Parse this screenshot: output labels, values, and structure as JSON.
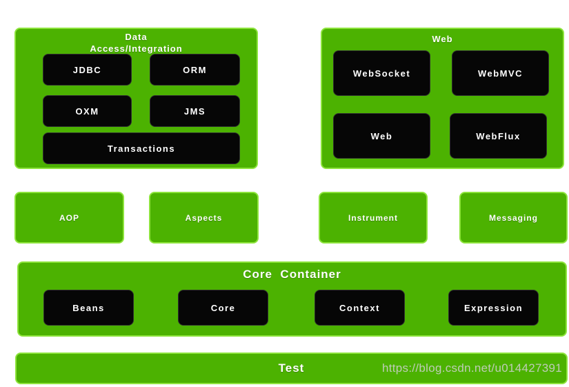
{
  "colors": {
    "panel_green": "#4cb201",
    "panel_border_green": "#8ee43d",
    "module_black": "#060606",
    "text_white": "#ffffff",
    "watermark_gray": "#cbcfcb"
  },
  "diagram": {
    "data_access": {
      "title": "Data\nAccess/Integration",
      "modules": [
        "JDBC",
        "ORM",
        "OXM",
        "JMS",
        "Transactions"
      ]
    },
    "web": {
      "title": "Web",
      "modules": [
        "WebSocket",
        "WebMVC",
        "Web",
        "WebFlux"
      ]
    },
    "middle_modules": [
      "AOP",
      "Aspects",
      "Instrument",
      "Messaging"
    ],
    "core_container": {
      "title": "Core  Container",
      "modules": [
        "Beans",
        "Core",
        "Context",
        "Expression"
      ]
    },
    "test": {
      "title": "Test"
    }
  },
  "watermark": "https://blog.csdn.net/u014427391"
}
